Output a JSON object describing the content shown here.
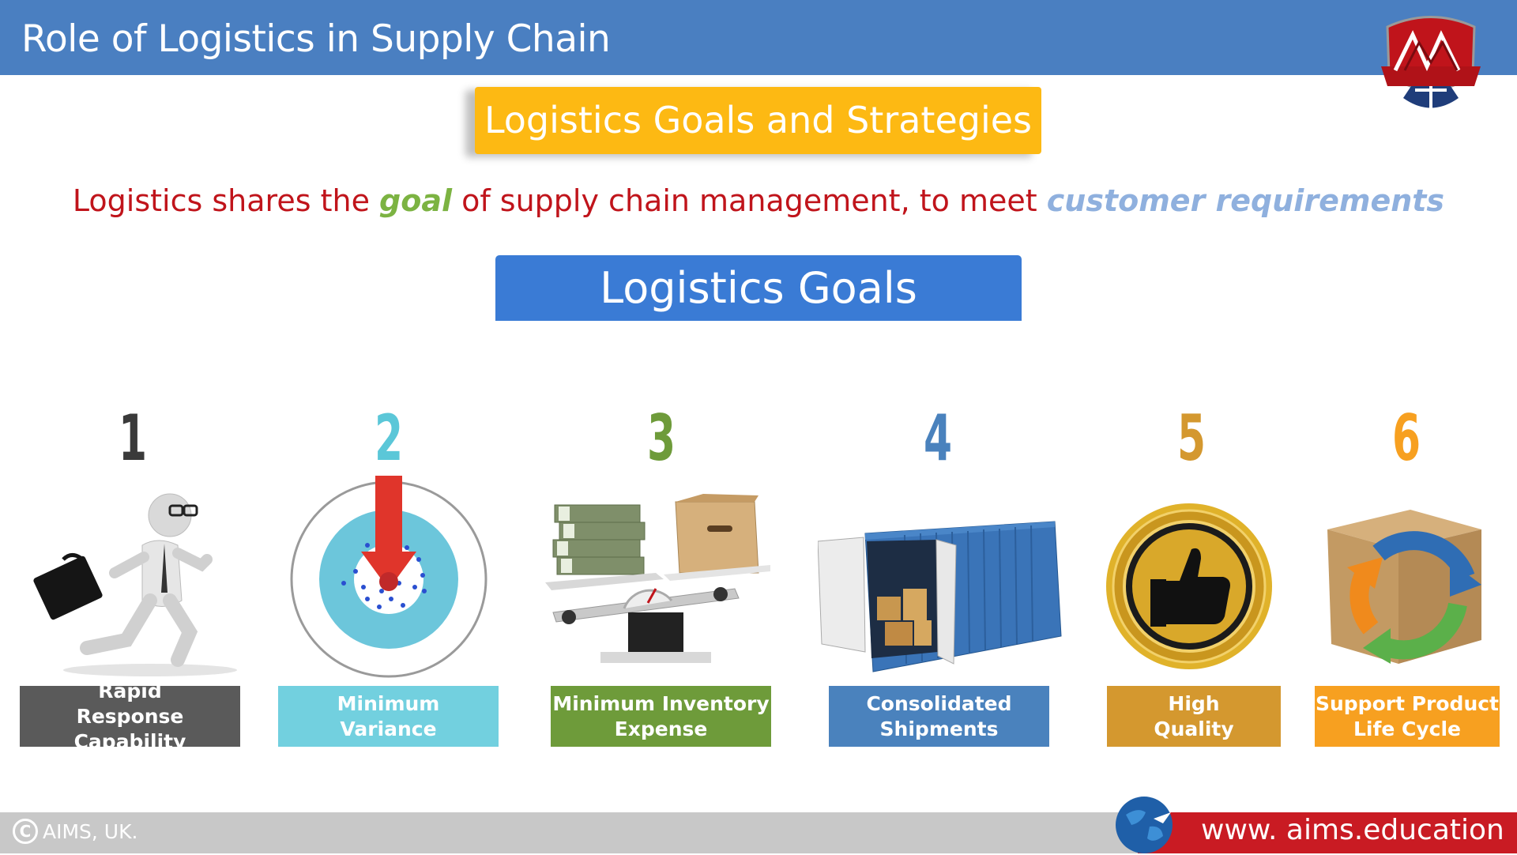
{
  "header": {
    "title": "Role of Logistics in Supply Chain"
  },
  "banner": {
    "subtitle": "Logistics Goals and Strategies"
  },
  "statement": {
    "part1": "Logistics shares the ",
    "goal_word": "goal",
    "part2": " of supply chain management, to meet ",
    "customer_words": "customer requirements"
  },
  "goals_banner": {
    "title": "Logistics Goals"
  },
  "goals": [
    {
      "number": "1",
      "line1": "Rapid",
      "line2": "Response Capability",
      "color": "#5a5a5a",
      "num_color": "#3a3a3a",
      "icon": "running-businessman-icon"
    },
    {
      "number": "2",
      "line1": "Minimum",
      "line2": "Variance",
      "color": "#72d0df",
      "num_color": "#5bc7d8",
      "icon": "target-arrow-icon"
    },
    {
      "number": "3",
      "line1": "Minimum Inventory",
      "line2": "Expense",
      "color": "#6e9b3a",
      "num_color": "#6e9b3a",
      "icon": "money-box-scale-icon"
    },
    {
      "number": "4",
      "line1": "Consolidated",
      "line2": "Shipments",
      "color": "#4a82bd",
      "num_color": "#4a82bd",
      "icon": "shipping-container-icon"
    },
    {
      "number": "5",
      "line1": "High",
      "line2": "Quality",
      "color": "#d4982f",
      "num_color": "#d4982f",
      "icon": "thumbs-up-seal-icon"
    },
    {
      "number": "6",
      "line1": "Support Product",
      "line2": "Life Cycle",
      "color": "#f7a020",
      "num_color": "#f7a020",
      "icon": "box-cycle-icon"
    }
  ],
  "footer": {
    "copyright": "AIMS, UK.",
    "url": "www. aims.education"
  }
}
